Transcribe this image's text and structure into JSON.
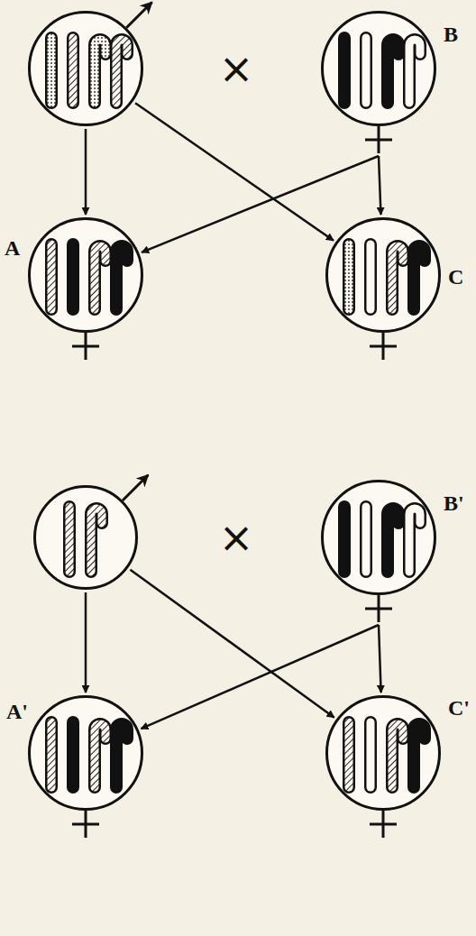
{
  "diagram": {
    "nodes": [
      {
        "text": []
      },
      {
        "text": [
          "B"
        ]
      },
      {
        "text": [
          "A"
        ]
      },
      {
        "text": [
          "C"
        ]
      },
      {
        "text": []
      },
      {
        "text": [
          "B'"
        ]
      },
      {
        "text": [
          "A'"
        ]
      },
      {
        "text": [
          "C'"
        ]
      }
    ],
    "edges": [
      {
        "from": 0,
        "to": 2,
        "arrow": "to"
      },
      {
        "from": 0,
        "to": 3,
        "arrow": "to"
      },
      {
        "from": 1,
        "to": 2,
        "arrow": "to"
      },
      {
        "from": 1,
        "to": 3,
        "arrow": "to"
      },
      {
        "from": 4,
        "to": 6,
        "arrow": "to"
      },
      {
        "from": 4,
        "to": 7,
        "arrow": "to"
      },
      {
        "from": 5,
        "to": 6,
        "arrow": "to"
      },
      {
        "from": 5,
        "to": 7,
        "arrow": "to"
      }
    ],
    "labels": [
      "×",
      "×"
    ]
  }
}
